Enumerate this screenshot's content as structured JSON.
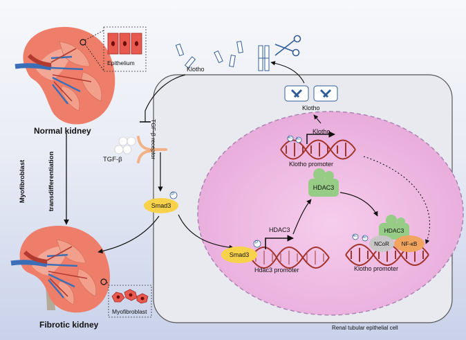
{
  "labels": {
    "normal_kidney": "Normal kidney",
    "fibrotic_kidney": "Fibrotic kidney",
    "epithelium": "Epithelium",
    "myofibroblast": "Myofibroblast",
    "myofibroblast_transdifferentiation_line1": "Myofibroblast",
    "myofibroblast_transdifferentiation_line2": "transdifferentiation",
    "tgf_beta": "TGF-β",
    "tgf_beta_receptor": "TGF-β receptor",
    "klotho_extracellular": "Klotho",
    "klotho_membrane": "Klotho",
    "klotho_transcript": "Klotho",
    "klotho_promoter_top": "Klotho promoter",
    "smad3_cytoplasm": "Smad3",
    "smad3_nucleus": "Smad3",
    "hdac3_transcript": "HDAC3",
    "hdac3_protein": "HDAC3",
    "hdac3_complex": "HDAC3",
    "ncor": "NCoR",
    "nfkb": "NF-κB",
    "hdac3_promoter": "Hdac3 promoter",
    "klotho_promoter_bottom": "Klotho promoter",
    "cell_caption": "Renal tubular epithelial cell",
    "phospho": "P",
    "acetyl": "Ac"
  },
  "colors": {
    "kidney": "#ee7e6a",
    "kidney_light": "#f3a796",
    "smad3": "#f8d24a",
    "hdac3": "#96cc86",
    "ncor": "#c8c6c6",
    "nfkb": "#f0a45e",
    "dna": "#a2332a",
    "nucleus": "#ecb3dd",
    "cell_border": "#555555",
    "receptor": "#f2b287"
  },
  "icons": [
    "scissors-icon",
    "klotho-fragment-icon",
    "tgf-beta-ligand-icon",
    "receptor-icon",
    "dna-helix-icon",
    "kidney-icon"
  ]
}
